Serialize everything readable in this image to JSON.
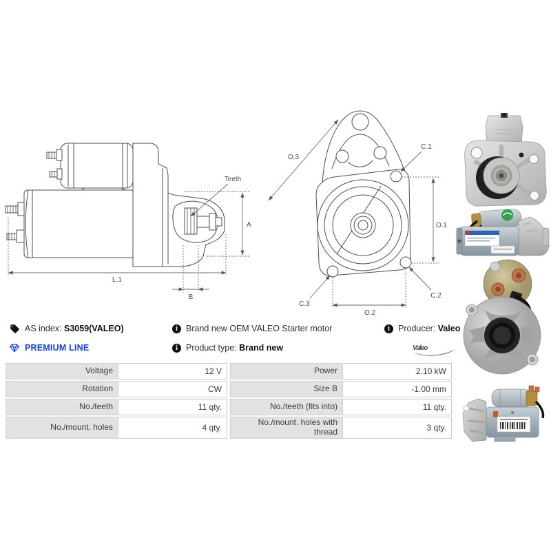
{
  "info_bar": {
    "as_index": {
      "label": "AS index:",
      "value": "S3059(VALEO)"
    },
    "premium_line": "PREMIUM LINE",
    "description": "Brand new OEM VALEO Starter motor",
    "product_type": {
      "label": "Product type:",
      "value": "Brand new"
    },
    "producer": {
      "label": "Producer:",
      "value": "Valeo"
    },
    "brand_logo": "Valeo"
  },
  "drawings": {
    "side_view": {
      "teeth": "Teeth",
      "a": "A",
      "l1": "L.1",
      "b": "B"
    },
    "front_view": {
      "o1": "O.1",
      "o2": "O.2",
      "o3": "O.3",
      "c1": "C.1",
      "c2": "C.2",
      "c3": "C.3"
    }
  },
  "spec_table": {
    "left": [
      {
        "label": "Voltage",
        "value": "12 V"
      },
      {
        "label": "Rotation",
        "value": "CW"
      },
      {
        "label": "No./teeth",
        "value": "11 qty."
      },
      {
        "label": "No./mount. holes",
        "value": "4 qty."
      }
    ],
    "right": [
      {
        "label": "Power",
        "value": "2.10 kW"
      },
      {
        "label": "Size B",
        "value": "-1.00 mm"
      },
      {
        "label": "No./teeth (fits into)",
        "value": "11 qty."
      },
      {
        "label": "No./mount. holes with thread",
        "value": "3 qty."
      }
    ]
  },
  "colors": {
    "premium_blue": "#1745c9",
    "valeo_green": "#76b82a",
    "valeo_swoosh": "#2e4d5e",
    "table_label_bg": "#e2e2e2",
    "table_border": "#c9c9c9",
    "drawing_line": "#4d4d4d"
  }
}
